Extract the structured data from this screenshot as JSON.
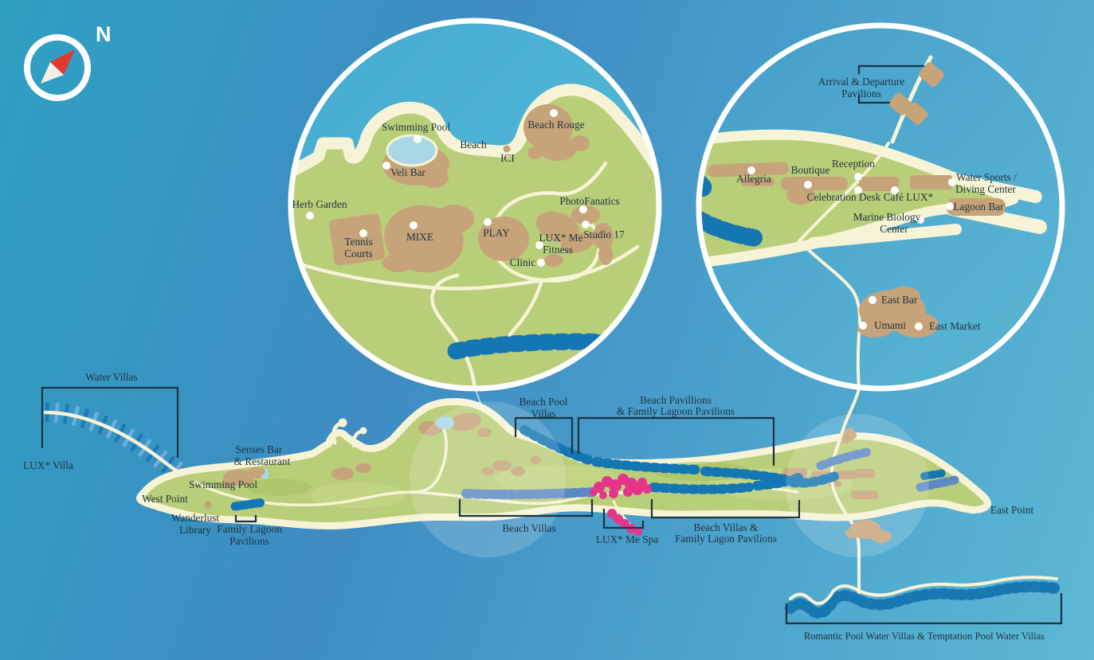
{
  "compass": {
    "north": "N"
  },
  "colors": {
    "water_left": "#2FA0C2",
    "water_mid": "#3E8CC2",
    "water_right": "#5CB8D4",
    "island_green": "#B9CE78",
    "sand": "#F7F3D6",
    "building_tan": "#C6A379",
    "villa_blue": "#1476B2",
    "villa_steel": "#5D88C3",
    "spa_pink": "#E5358B",
    "pool_blue": "#A9D7E6",
    "label_ink": "#1E3340",
    "compass_red": "#E03A2F"
  },
  "left_circle": {
    "swimming_pool": "Swimming Pool",
    "veli_bar": "Veli Bar",
    "beach": "Beach",
    "ici": "ICI",
    "beach_rouge": "Beach Rouge",
    "herb_garden": "Herb Garden",
    "tennis_courts": [
      "Tennis",
      "Courts"
    ],
    "mixe": "MIXE",
    "play": "PLAY",
    "lux_me_fitness": [
      "LUX* Me",
      "Fitness"
    ],
    "clinic": "Clinic",
    "photofanatics": "PhotoFanatics",
    "studio_17": "Studio 17"
  },
  "right_circle": {
    "arrival_departure": [
      "Arrival & Departure",
      "Pavilions"
    ],
    "allegria": "Allegria",
    "boutique": "Boutique",
    "reception": "Reception",
    "celebration_desk": "Celebration Desk",
    "cafe_lux": "Café LUX*",
    "water_sports": [
      "Water Sports /",
      "Diving Center"
    ],
    "lagoon_bar": "Lagoon Bar",
    "marine_biology": [
      "Marine Biology",
      "Center"
    ],
    "east_bar": "East Bar",
    "umami": "Umami",
    "east_market": "East Market"
  },
  "island": {
    "water_villas": "Water Villas",
    "lux_villa": "LUX* Villa",
    "senses_bar": [
      "Senses Bar",
      "& Restaurant"
    ],
    "swimming_pool": "Swimming Pool",
    "west_point": "West Point",
    "wanderlust_library": [
      "Wanderlust",
      "Library"
    ],
    "family_lagoon_pavilions": [
      "Family Lagoon",
      "Pavilions"
    ],
    "beach_pool_villas": [
      "Beach Pool",
      "Villas"
    ],
    "beach_pavillions": [
      "Beach Pavillions",
      "& Family Lagoon Pavilions"
    ],
    "beach_villas": "Beach Villas",
    "lux_me_spa": "LUX* Me Spa",
    "beach_villas_family": [
      "Beach Villas &",
      "Family Lagon Pavilions"
    ],
    "east_point": "East Point",
    "romantic_temptation": "Romantic Pool Water Villas & Temptation Pool Water Villas"
  }
}
